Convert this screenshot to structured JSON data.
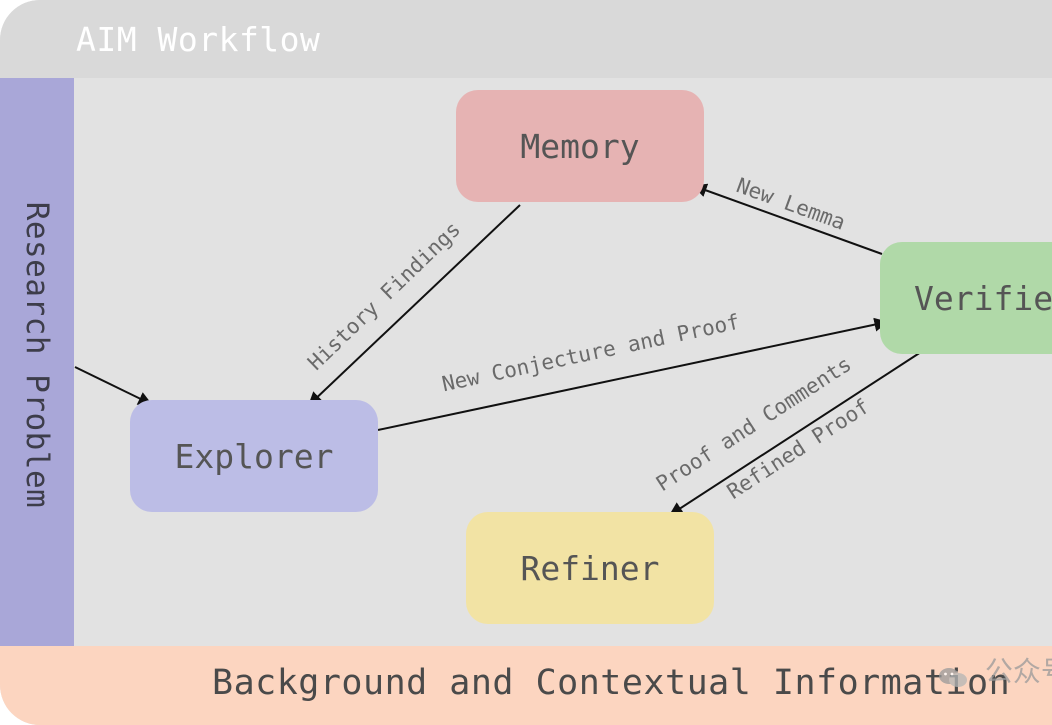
{
  "title": "AIM Workflow",
  "sidebar_label": "Research Problem",
  "footer_label": "Background and Contextual Information",
  "watermark": "公众号",
  "nodes": {
    "memory": "Memory",
    "explorer": "Explorer",
    "refiner": "Refiner",
    "verifier": "Verifier"
  },
  "edges": {
    "new_lemma": "New Lemma",
    "history_findings": "History Findings",
    "new_conjecture": "New Conjecture and Proof",
    "proof_comments": "Proof and Comments",
    "refined_proof": "Refined Proof"
  },
  "colors": {
    "title_bar": "#d9d9d9",
    "sidebar": "#a9a7d8",
    "footer": "#fcd5c0",
    "memory": "#e6b3b3",
    "explorer": "#bcbde6",
    "refiner": "#f2e3a4",
    "verifier": "#b0d9a8",
    "arrow": "#111111"
  }
}
